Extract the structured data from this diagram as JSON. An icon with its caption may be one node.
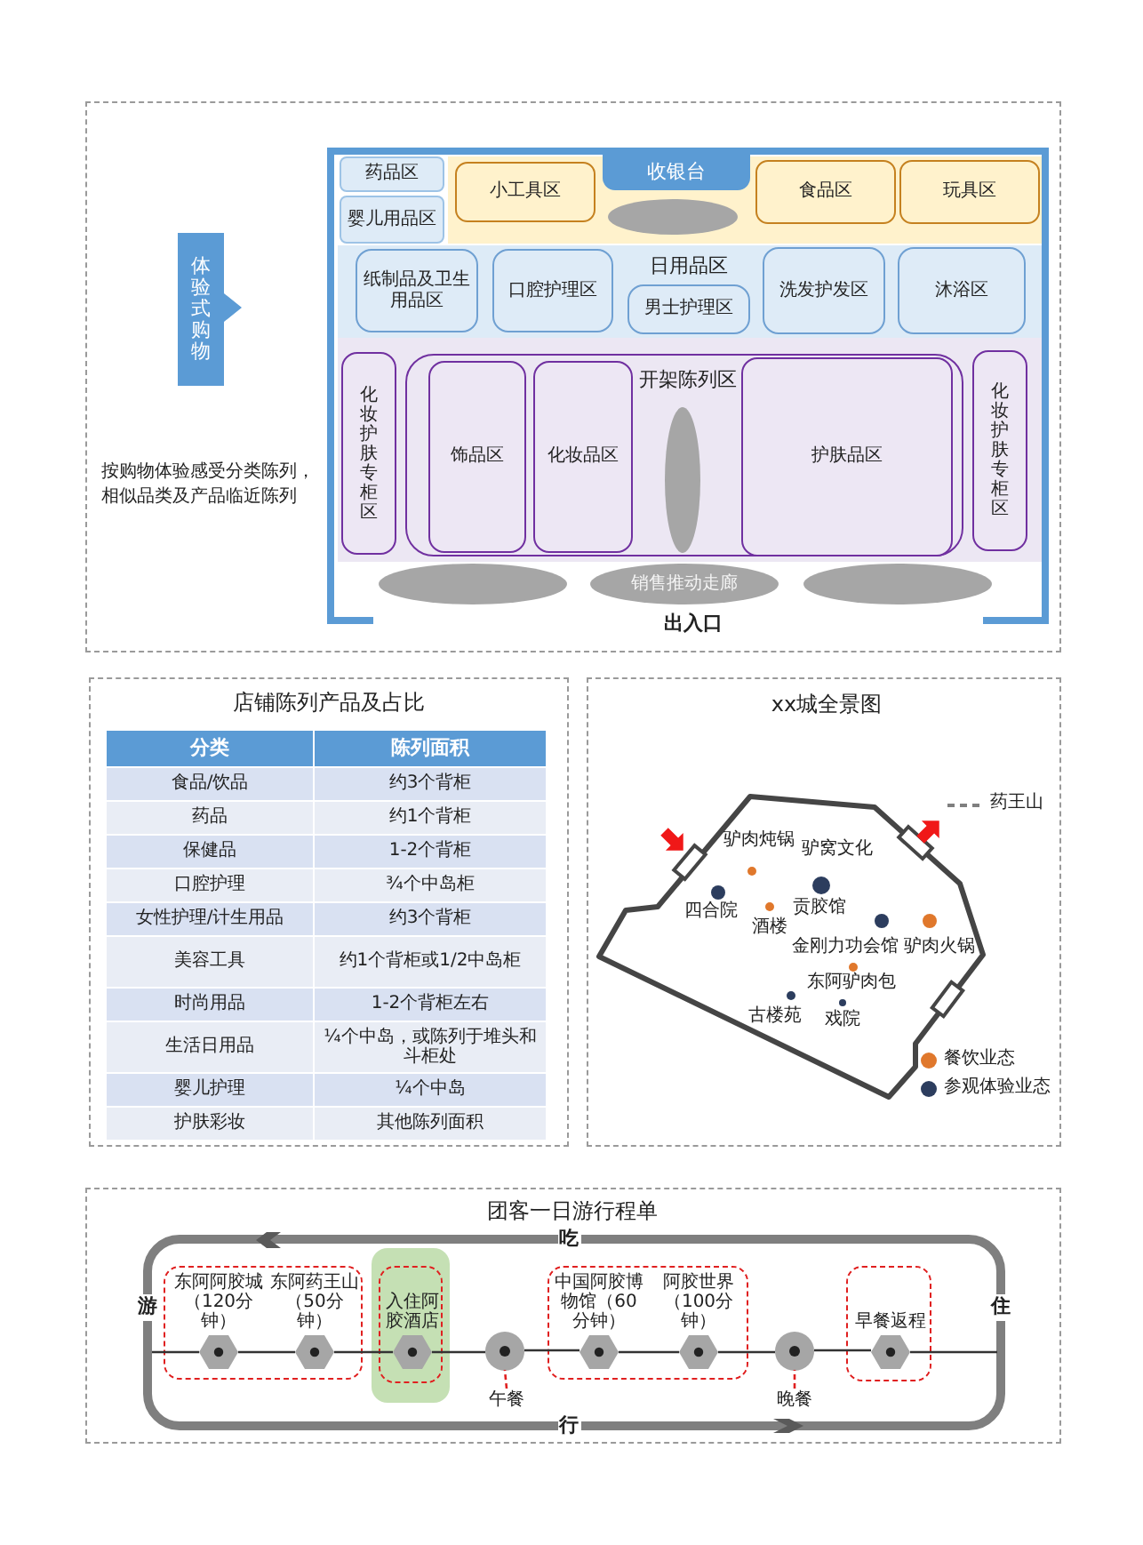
{
  "diagram": {
    "nodes": [
      {
        "text": [
          "体验式购物"
        ]
      },
      {
        "text": [
          "药品区"
        ]
      },
      {
        "text": [
          "婴儿用品区"
        ]
      },
      {
        "text": [
          "小工具区"
        ]
      },
      {
        "text": [
          "收银台"
        ]
      },
      {
        "text": [],
        "shape": "ellipse"
      },
      {
        "text": [
          "食品区"
        ]
      },
      {
        "text": [
          "玩具区"
        ]
      },
      {
        "text": [
          "纸制品及卫生用品区"
        ]
      },
      {
        "text": [
          "口腔护理区"
        ]
      },
      {
        "text": [
          "男士护理区"
        ]
      },
      {
        "text": [
          "洗发护发区"
        ]
      },
      {
        "text": [
          "沐浴区"
        ]
      },
      {
        "text": [
          "化妆护肤专柜区"
        ]
      },
      {
        "text": [
          "开架陈列区"
        ]
      },
      {
        "text": [
          "饰品区"
        ],
        "in": 14
      },
      {
        "text": [
          "化妆品区"
        ],
        "in": 14
      },
      {
        "text": [],
        "shape": "ellipse",
        "in": 14
      },
      {
        "text": [
          "护肤品区"
        ],
        "in": 14
      },
      {
        "text": [
          "化妆护肤专柜区"
        ]
      },
      {
        "text": [],
        "shape": "ellipse"
      },
      {
        "text": [
          "销售推动走廊"
        ]
      },
      {
        "text": [],
        "shape": "ellipse"
      },
      {
        "text": [],
        "shape": "box"
      },
      {
        "text": [],
        "shape": "hexagon",
        "in": 23,
        "beside": [
          "东阿阿胶城（120分钟）"
        ]
      },
      {
        "text": [],
        "shape": "hexagon",
        "in": 23,
        "beside": [
          "东阿药王山（50分钟）"
        ]
      },
      {
        "text": [],
        "shape": "box"
      },
      {
        "text": [],
        "shape": "box",
        "in": 26
      },
      {
        "text": [],
        "shape": "hexagon",
        "in": 27,
        "beside": [
          "入住阿胶酒店"
        ]
      },
      {
        "text": [],
        "shape": "circle"
      },
      {
        "text": [],
        "shape": "box"
      },
      {
        "text": [],
        "shape": "hexagon",
        "in": 30,
        "beside": [
          "中国阿胶博物馆（60分钟）"
        ]
      },
      {
        "text": [],
        "shape": "hexagon",
        "in": 30,
        "beside": [
          "阿胶世界（100分钟）"
        ]
      },
      {
        "text": [],
        "shape": "circle"
      },
      {
        "text": [],
        "shape": "box"
      },
      {
        "text": [],
        "shape": "hexagon",
        "in": 34,
        "beside": [
          "早餐返程"
        ]
      },
      {
        "text": [
          "午餐"
        ]
      },
      {
        "text": [
          "晚餐"
        ]
      }
    ],
    "edges": [
      {
        "from": null,
        "to": 24,
        "arrow": "none"
      },
      {
        "from": 24,
        "to": 25,
        "arrow": "none"
      },
      {
        "from": 25,
        "to": 28,
        "arrow": "none"
      },
      {
        "from": 28,
        "to": 29,
        "arrow": "none"
      },
      {
        "from": 29,
        "to": 31,
        "arrow": "none"
      },
      {
        "from": 31,
        "to": 32,
        "arrow": "none"
      },
      {
        "from": 32,
        "to": 33,
        "arrow": "none"
      },
      {
        "from": 33,
        "to": 35,
        "arrow": "none"
      },
      {
        "from": 35,
        "to": null,
        "arrow": "none"
      },
      {
        "from": 36,
        "to": 29,
        "arrow": "none",
        "style": "dashed",
        "color": "#e02020"
      },
      {
        "from": 37,
        "to": 33,
        "arrow": "none",
        "style": "dashed",
        "color": "#e02020"
      }
    ],
    "labels": [
      "按购物体验感受分类陈列，相似品类及产品临近陈列",
      "日用品区",
      "出入口",
      "店铺陈列产品及占比",
      "分类",
      "陈列面积",
      "食品/饮品",
      "约3个背柜",
      "药品",
      "约1个背柜",
      "保健品",
      "1-2个背柜",
      "口腔护理",
      "¾个中岛柜",
      "女性护理/计生用品",
      "约3个背柜",
      "美容工具",
      "约1个背柜或1/2中岛柜",
      "时尚用品",
      "1-2个背柜左右",
      "生活日用品",
      "¼个中岛，或陈列于堆头和斗柜处",
      "婴儿护理",
      "¼个中岛",
      "护肤彩妆",
      "其他陈列面积",
      "xx城全景图",
      "药王山",
      "驴肉炖锅",
      "驴窝文化",
      "四合院",
      "贡胶馆",
      "酒楼",
      "金刚力功会馆",
      "驴肉火锅",
      "东阿驴肉包",
      "古楼苑",
      "戏院",
      "团客一日游行程单",
      "吃",
      "游",
      "住",
      "行"
    ],
    "legend": [
      {
        "text": "餐饮业态",
        "color": "#e0782c"
      },
      {
        "text": "参观体验业态",
        "color": "#2c3d5e"
      }
    ]
  }
}
